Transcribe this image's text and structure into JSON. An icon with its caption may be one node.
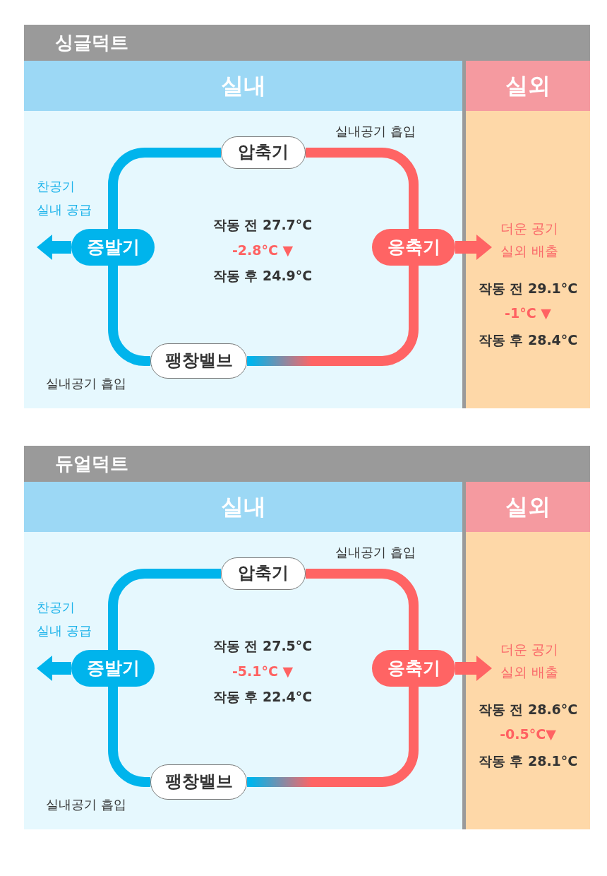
{
  "diagram": {
    "nodes": [
      {
        "text": [
          "싱글덕트"
        ]
      },
      {
        "text": [
          "실내",
          "작동 전 27.7°C",
          "-2.8°C ▼",
          "작동 후 24.9°C"
        ],
        "in": 0
      },
      {
        "text": [
          "압축기"
        ],
        "in": 1,
        "beside": [
          "실내공기 흡입"
        ]
      },
      {
        "text": [
          "증발기"
        ],
        "in": 1,
        "beside": [
          "찬공기 실내 공급"
        ]
      },
      {
        "text": [
          "응축기"
        ],
        "in": 1
      },
      {
        "text": [
          "팽창밸브"
        ],
        "in": 1
      },
      {
        "text": [
          "실외",
          "작동 전 29.1°C",
          "-1°C ▼",
          "작동 후 28.4°C"
        ],
        "in": 0
      },
      {
        "text": [
          "더운 공기 실외 배출"
        ],
        "in": 6
      },
      {
        "text": [
          "듀얼덕트"
        ]
      },
      {
        "text": [
          "실내",
          "작동 전 27.5°C",
          "-5.1°C ▼",
          "작동 후 22.4°C"
        ],
        "in": 8
      },
      {
        "text": [
          "압축기"
        ],
        "in": 9,
        "beside": [
          "실내공기 흡입"
        ]
      },
      {
        "text": [
          "증발기"
        ],
        "in": 9,
        "beside": [
          "찬공기 실내 공급"
        ]
      },
      {
        "text": [
          "응축기"
        ],
        "in": 9
      },
      {
        "text": [
          "팽창밸브"
        ],
        "in": 9
      },
      {
        "text": [
          "실외",
          "작동 전 28.6°C",
          "-0.5°C▼",
          "작동 후 28.1°C"
        ],
        "in": 8
      },
      {
        "text": [
          "더운 공기 실외 배출"
        ],
        "in": 14
      }
    ],
    "edges": [
      {
        "from": 3,
        "to": 2,
        "arrow": "none",
        "color": "#00b4ec"
      },
      {
        "from": 2,
        "to": 4,
        "arrow": "none",
        "color": "#ff6464"
      },
      {
        "from": 4,
        "to": 5,
        "arrow": "none",
        "color": "#ff6464"
      },
      {
        "from": 5,
        "to": 3,
        "arrow": "none",
        "color": "#00b4ec"
      },
      {
        "from": 3,
        "to": null,
        "arrow": "to",
        "color": "#00b4ec"
      },
      {
        "from": 4,
        "to": 7,
        "arrow": "to",
        "color": "#ff6464"
      },
      {
        "from": 11,
        "to": 10,
        "arrow": "none",
        "color": "#00b4ec"
      },
      {
        "from": 10,
        "to": 12,
        "arrow": "none",
        "color": "#ff6464"
      },
      {
        "from": 12,
        "to": 13,
        "arrow": "none",
        "color": "#ff6464"
      },
      {
        "from": 13,
        "to": 11,
        "arrow": "none",
        "color": "#00b4ec"
      },
      {
        "from": 11,
        "to": null,
        "arrow": "to",
        "color": "#00b4ec"
      },
      {
        "from": 12,
        "to": 15,
        "arrow": "to",
        "color": "#ff6464"
      }
    ],
    "labels": [
      "실내공기 흡입",
      "실내공기 흡입"
    ]
  }
}
